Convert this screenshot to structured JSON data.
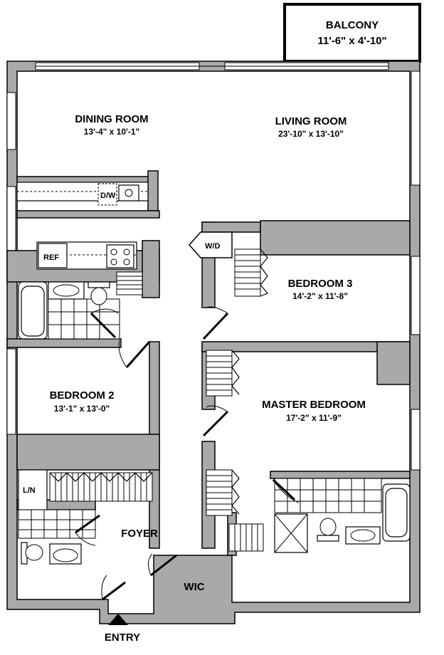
{
  "rooms": {
    "balcony": {
      "name": "BALCONY",
      "dims": "11'-6\" x 4'-10\""
    },
    "dining": {
      "name": "DINING ROOM",
      "dims": "13'-4\" x 10'-1\""
    },
    "living": {
      "name": "LIVING ROOM",
      "dims": "23'-10\" x 13'-10\""
    },
    "bedroom3": {
      "name": "BEDROOM 3",
      "dims": "14'-2\" x 11'-8\""
    },
    "bedroom2": {
      "name": "BEDROOM 2",
      "dims": "13'-1\" x 13'-0\""
    },
    "master": {
      "name": "MASTER BEDROOM",
      "dims": "17'-2\" x 11'-9\""
    },
    "foyer": {
      "name": "FOYER"
    },
    "wic": {
      "name": "WIC"
    }
  },
  "fixtures": {
    "dishwasher": "D/W",
    "refrigerator": "REF",
    "washer_dryer": "W/D",
    "linen": "L/N"
  },
  "entry": {
    "label": "ENTRY"
  }
}
